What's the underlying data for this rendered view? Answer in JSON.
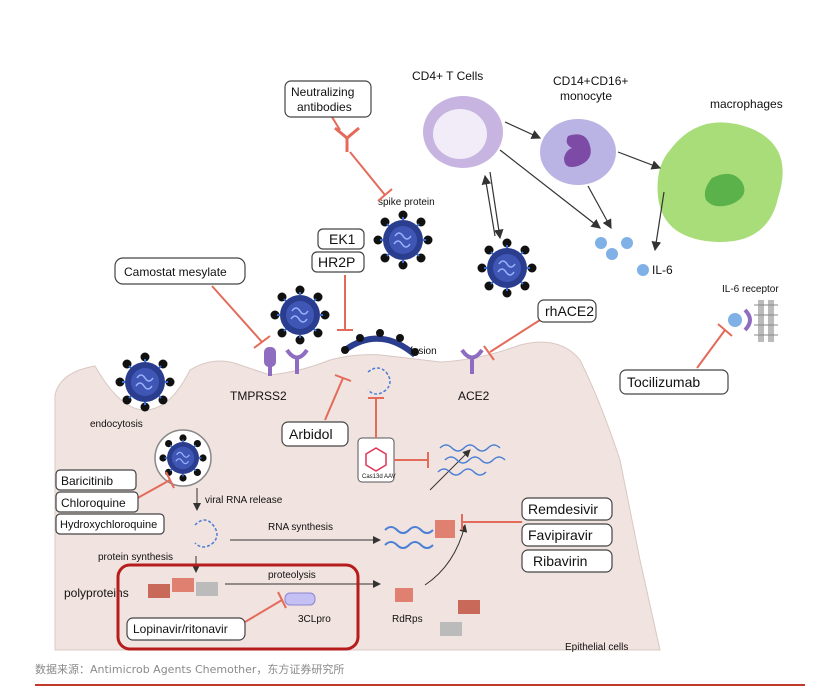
{
  "colors": {
    "inhibitor": "#e46a5a",
    "highlight_box": "#b71c1c",
    "cell_fill": "#f1e3df",
    "virus_core": "#2a3d8f",
    "virus_spike": "#111111",
    "receptor": "#8e6cc0",
    "t_cell": "#c8b4e0",
    "monocyte": "#b9b4e4",
    "macrophage": "#a8dd7a",
    "il6": "#7fb0e6",
    "rna_blue": "#4a7fd6"
  },
  "labels": {
    "cd4": "CD4+ T Cells",
    "cd14_line1": "CD14+CD16+",
    "cd14_line2": "monocyte",
    "macrophages": "macrophages",
    "il6": "IL-6",
    "il6_receptor": "IL-6 receptor",
    "spike_protein": "spike protein",
    "fusion": "fusion",
    "tmprss2": "TMPRSS2",
    "ace2": "ACE2",
    "endocytosis": "endocytosis",
    "viral_rna_release": "viral RNA release",
    "rna_synthesis": "RNA synthesis",
    "protein_synthesis": "protein synthesis",
    "polyproteins": "polyproteins",
    "proteolysis": "proteolysis",
    "cl3pro": "3CLpro",
    "rdrps": "RdRps",
    "epithelial": "Epithelial cells",
    "cas13d": "Cas13d AAV"
  },
  "drugs": {
    "neutralizing_line1": "Neutralizing",
    "neutralizing_line2": "antibodies",
    "ek1": "EK1",
    "hr2p": "HR2P",
    "camostat": "Camostat mesylate",
    "rhace2": "rhACE2",
    "tocilizumab": "Tocilizumab",
    "arbidol": "Arbidol",
    "baricitinib": "Baricitinib",
    "chloroquine": "Chloroquine",
    "hydroxychloroquine": "Hydroxychloroquine",
    "remdesivir": "Remdesivir",
    "favipiravir": "Favipiravir",
    "ribavirin": "Ribavirin",
    "lopinavir": "Lopinavir/ritonavir"
  },
  "source": "数据来源：Antimicrob Agents Chemother，东方证券研究所"
}
